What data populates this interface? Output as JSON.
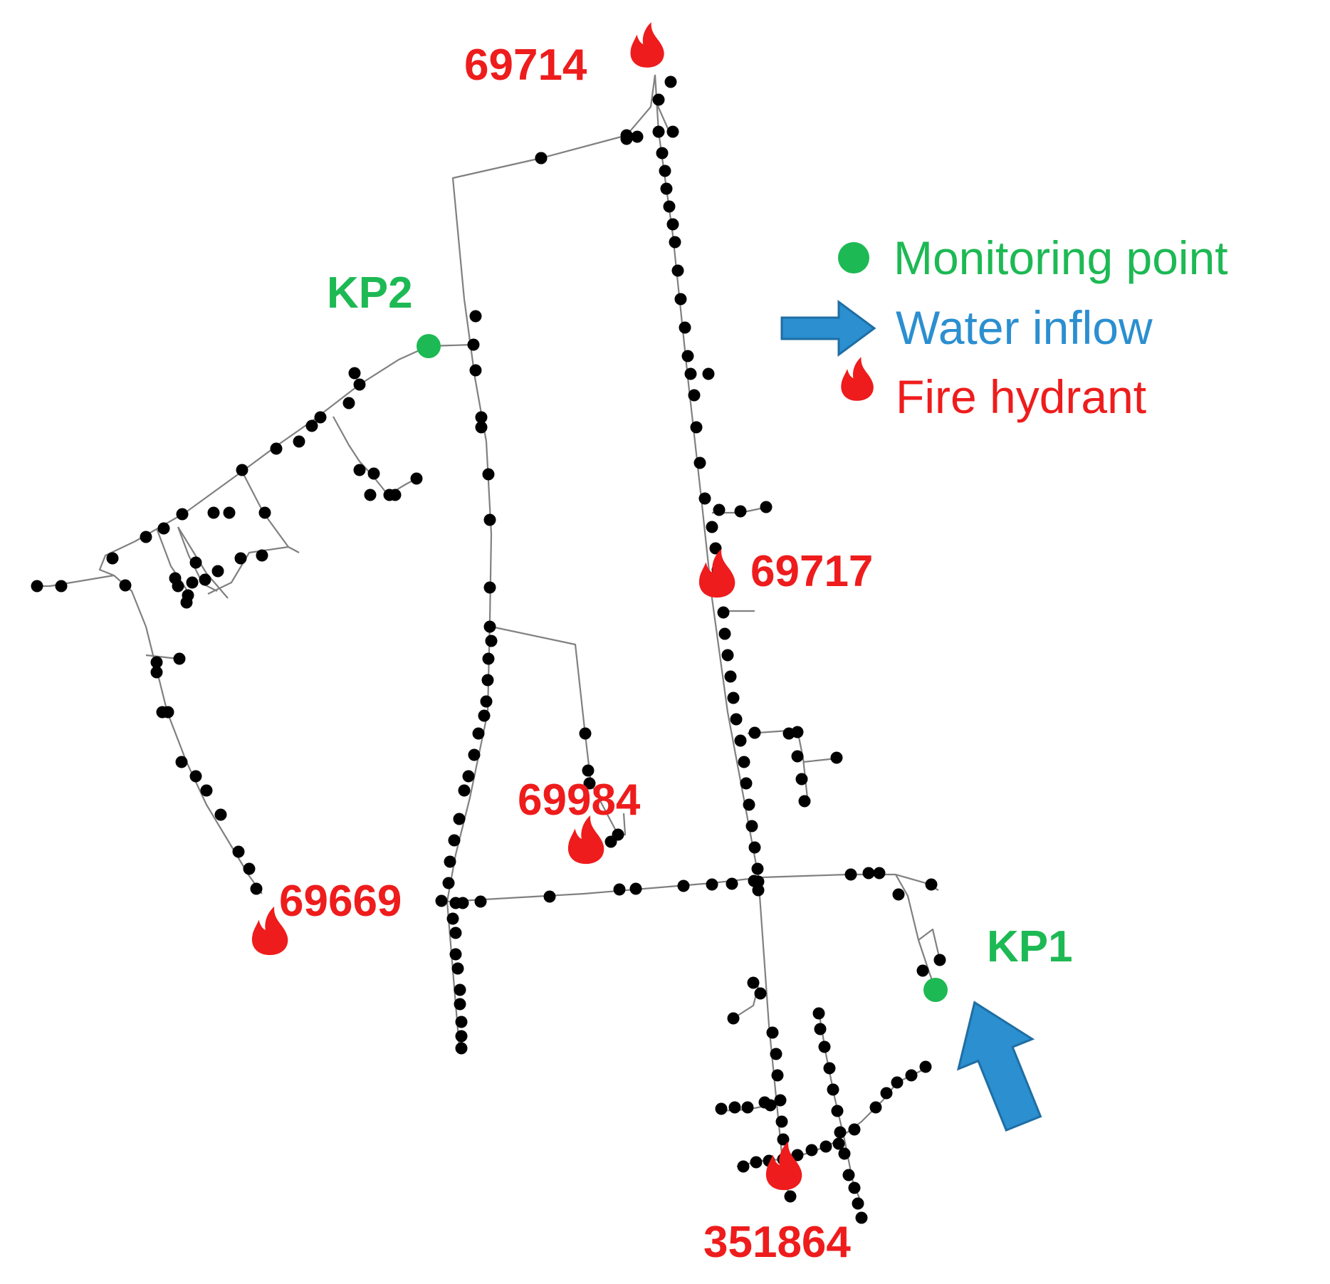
{
  "legend": {
    "monitoring_label": "Monitoring point",
    "inflow_label": "Water inflow",
    "hydrant_label": "Fire hydrant"
  },
  "monitoring_points": [
    {
      "id": "kp2",
      "label": "KP2"
    },
    {
      "id": "kp1",
      "label": "KP1"
    }
  ],
  "hydrants": [
    {
      "id": "h69714",
      "label": "69714"
    },
    {
      "id": "h69717",
      "label": "69717"
    },
    {
      "id": "h69984",
      "label": "69984"
    },
    {
      "id": "h69669",
      "label": "69669"
    },
    {
      "id": "h351864",
      "label": "351864"
    }
  ],
  "colors": {
    "monitoring": "#1db954",
    "inflow": "#2b8fd0",
    "hydrant": "#ee1c1c",
    "node": "#000000",
    "pipe": "#808080"
  },
  "icons": {
    "monitoring": "monitoring-point-icon",
    "inflow": "water-inflow-arrow-icon",
    "hydrant": "fire-hydrant-icon"
  }
}
